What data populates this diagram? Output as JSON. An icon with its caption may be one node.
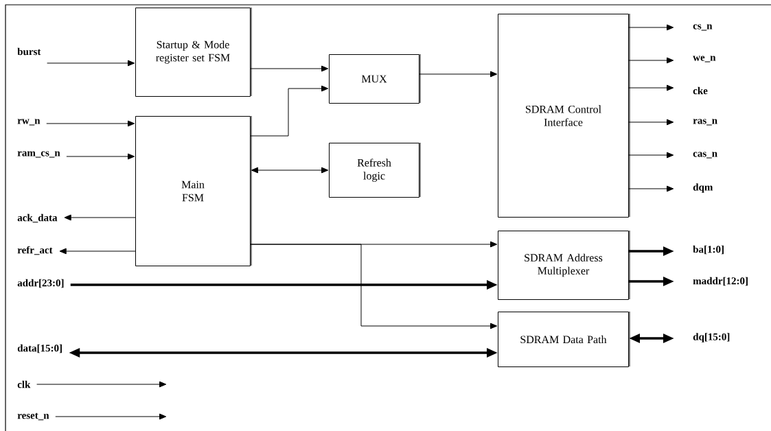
{
  "diagram": {
    "nodes": [
      {
        "text": [
          "Startup & Mode register set FSM"
        ]
      },
      {
        "text": [
          "MUX"
        ]
      },
      {
        "text": [
          "SDRAM Control Interface"
        ]
      },
      {
        "text": [
          "Main FSM"
        ]
      },
      {
        "text": [
          "Refresh logic"
        ]
      },
      {
        "text": [
          "SDRAM Address Multiplexer"
        ]
      },
      {
        "text": [
          "SDRAM Data Path"
        ]
      },
      {
        "text": [
          "burst"
        ]
      },
      {
        "text": [
          "rw_n"
        ]
      },
      {
        "text": [
          "ram_cs_n"
        ]
      },
      {
        "text": [
          "ack_data"
        ]
      },
      {
        "text": [
          "refr_act"
        ]
      },
      {
        "text": [
          "addr[23:0]"
        ]
      },
      {
        "text": [
          "data[15:0]"
        ]
      },
      {
        "text": [
          "clk"
        ]
      },
      {
        "text": [
          "reset_n"
        ]
      },
      {
        "text": [
          "cs_n"
        ]
      },
      {
        "text": [
          "we_n"
        ]
      },
      {
        "text": [
          "cke"
        ]
      },
      {
        "text": [
          "ras_n"
        ]
      },
      {
        "text": [
          "cas_n"
        ]
      },
      {
        "text": [
          "dqm"
        ]
      },
      {
        "text": [
          "ba[1:0]"
        ]
      },
      {
        "text": [
          "maddr[12:0]"
        ]
      },
      {
        "text": [
          "dq[15:0]"
        ]
      }
    ],
    "edges": [
      {
        "from": 7,
        "to": 0,
        "arrow": "to"
      },
      {
        "from": 8,
        "to": 3,
        "arrow": "to"
      },
      {
        "from": 9,
        "to": 3,
        "arrow": "to"
      },
      {
        "from": 3,
        "to": 10,
        "arrow": "to"
      },
      {
        "from": 3,
        "to": 11,
        "arrow": "to"
      },
      {
        "from": 12,
        "to": 5,
        "arrow": "to",
        "style": "thick"
      },
      {
        "from": 13,
        "to": 6,
        "arrow": "both",
        "style": "thick"
      },
      {
        "from": 14,
        "to": null,
        "arrow": "to"
      },
      {
        "from": 15,
        "to": null,
        "arrow": "to"
      },
      {
        "from": 0,
        "to": 1,
        "arrow": "to"
      },
      {
        "from": 3,
        "to": 1,
        "arrow": "to"
      },
      {
        "from": 3,
        "to": 4,
        "arrow": "both"
      },
      {
        "from": 1,
        "to": 2,
        "arrow": "to"
      },
      {
        "from": 3,
        "to": 5,
        "arrow": "to"
      },
      {
        "from": 3,
        "to": 6,
        "arrow": "to"
      },
      {
        "from": 2,
        "to": 16,
        "arrow": "to"
      },
      {
        "from": 2,
        "to": 17,
        "arrow": "to"
      },
      {
        "from": 2,
        "to": 18,
        "arrow": "to"
      },
      {
        "from": 2,
        "to": 19,
        "arrow": "to"
      },
      {
        "from": 2,
        "to": 20,
        "arrow": "to"
      },
      {
        "from": 2,
        "to": 21,
        "arrow": "to"
      },
      {
        "from": 5,
        "to": 22,
        "arrow": "to",
        "style": "thick"
      },
      {
        "from": 5,
        "to": 23,
        "arrow": "to",
        "style": "thick"
      },
      {
        "from": 6,
        "to": 24,
        "arrow": "both",
        "style": "thick"
      }
    ]
  }
}
